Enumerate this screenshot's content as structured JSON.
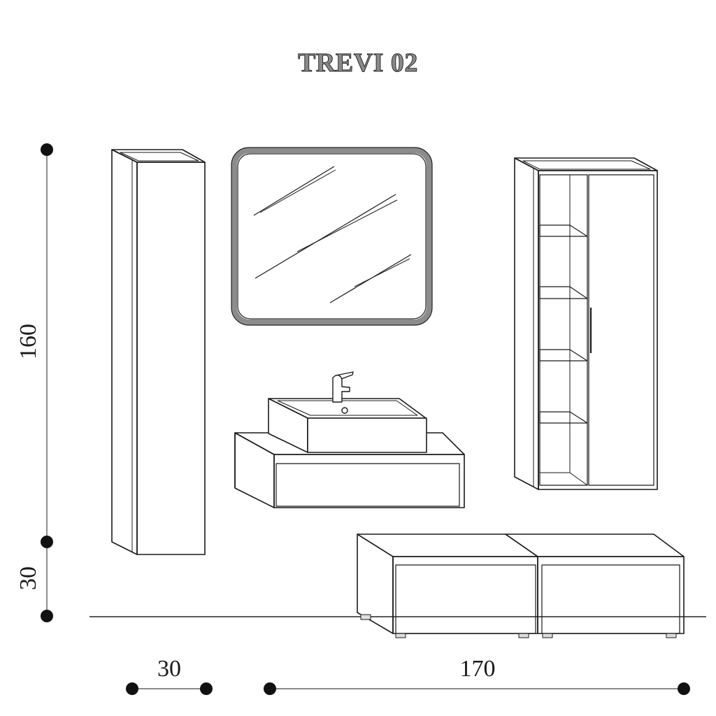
{
  "title": "TREVI 02",
  "dimensions": {
    "height_upper": "160",
    "height_lower": "30",
    "width_column": "30",
    "width_base": "170"
  },
  "colors": {
    "line": "#1a1a1a",
    "mirror_frame": "#8c8c8c",
    "title_fill": "#8a8a8a"
  }
}
